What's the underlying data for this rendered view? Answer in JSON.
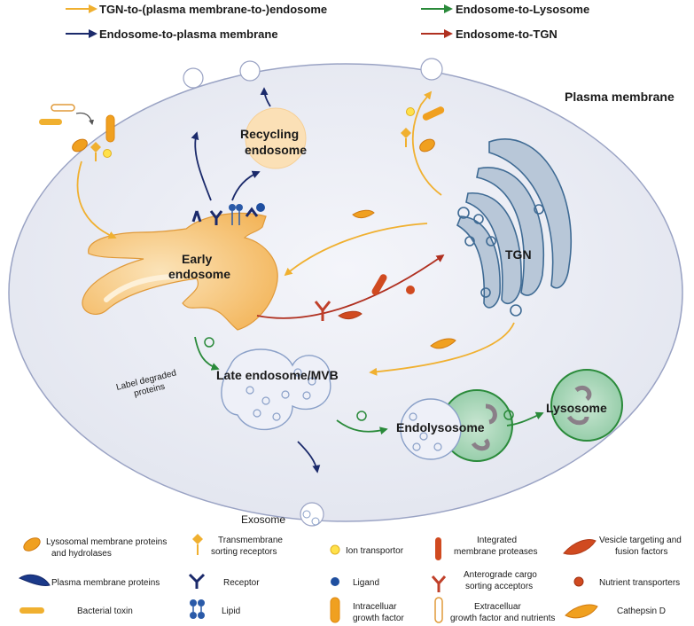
{
  "legend_top": {
    "tgn_to_endosome": "TGN-to-(plasma membrane-to-)endosome",
    "endosome_to_pm": "Endosome-to-plasma membrane",
    "endosome_to_lysosome": "Endosome-to-Lysosome",
    "endosome_to_tgn": "Endosome-to-TGN"
  },
  "labels": {
    "plasma_membrane": "Plasma membrane",
    "recycling_1": "Recycling",
    "recycling_2": "endosome",
    "early_1": "Early",
    "early_2": "endosome",
    "tgn": "TGN",
    "label_degraded_1": "Label degraded",
    "label_degraded_2": "proteins",
    "late_endosome": "Late endosome/MVB",
    "endolysosome": "Endolysosome",
    "lysosome": "Lysosome",
    "exosome": "Exosome"
  },
  "legend_bottom": {
    "lysosomal_1": "Lysosomal membrane proteins",
    "lysosomal_2": "and hydrolases",
    "transmembrane_1": "Transmembrane",
    "transmembrane_2": "sorting receptors",
    "ion": "Ion transportor",
    "integrated_1": "Integrated",
    "integrated_2": "membrane proteases",
    "vesicle_1": "Vesicle targeting and",
    "vesicle_2": "fusion factors",
    "pm_proteins": "Plasma membrane proteins",
    "receptor": "Receptor",
    "ligand": "Ligand",
    "anterograde_1": "Anterograde cargo",
    "anterograde_2": "sorting acceptors",
    "nutrient": "Nutrient transporters",
    "toxin": "Bacterial toxin",
    "lipid": "Lipid",
    "intracellular_1": "Intracelluar",
    "intracellular_2": "growth factor",
    "extracellular_1": "Extracelluar",
    "extracellular_2": "growth factor and nutrients",
    "cathepsin": "Cathepsin D"
  },
  "colors": {
    "orange_arrow": "#f0b030",
    "navy_arrow": "#1b2a6b",
    "green_arrow": "#2a8a3a",
    "red_arrow": "#b03020",
    "cell_fill": "#eceef6",
    "endosome_fill": "#f6c57a",
    "tgn_fill": "#b8c7d8"
  }
}
